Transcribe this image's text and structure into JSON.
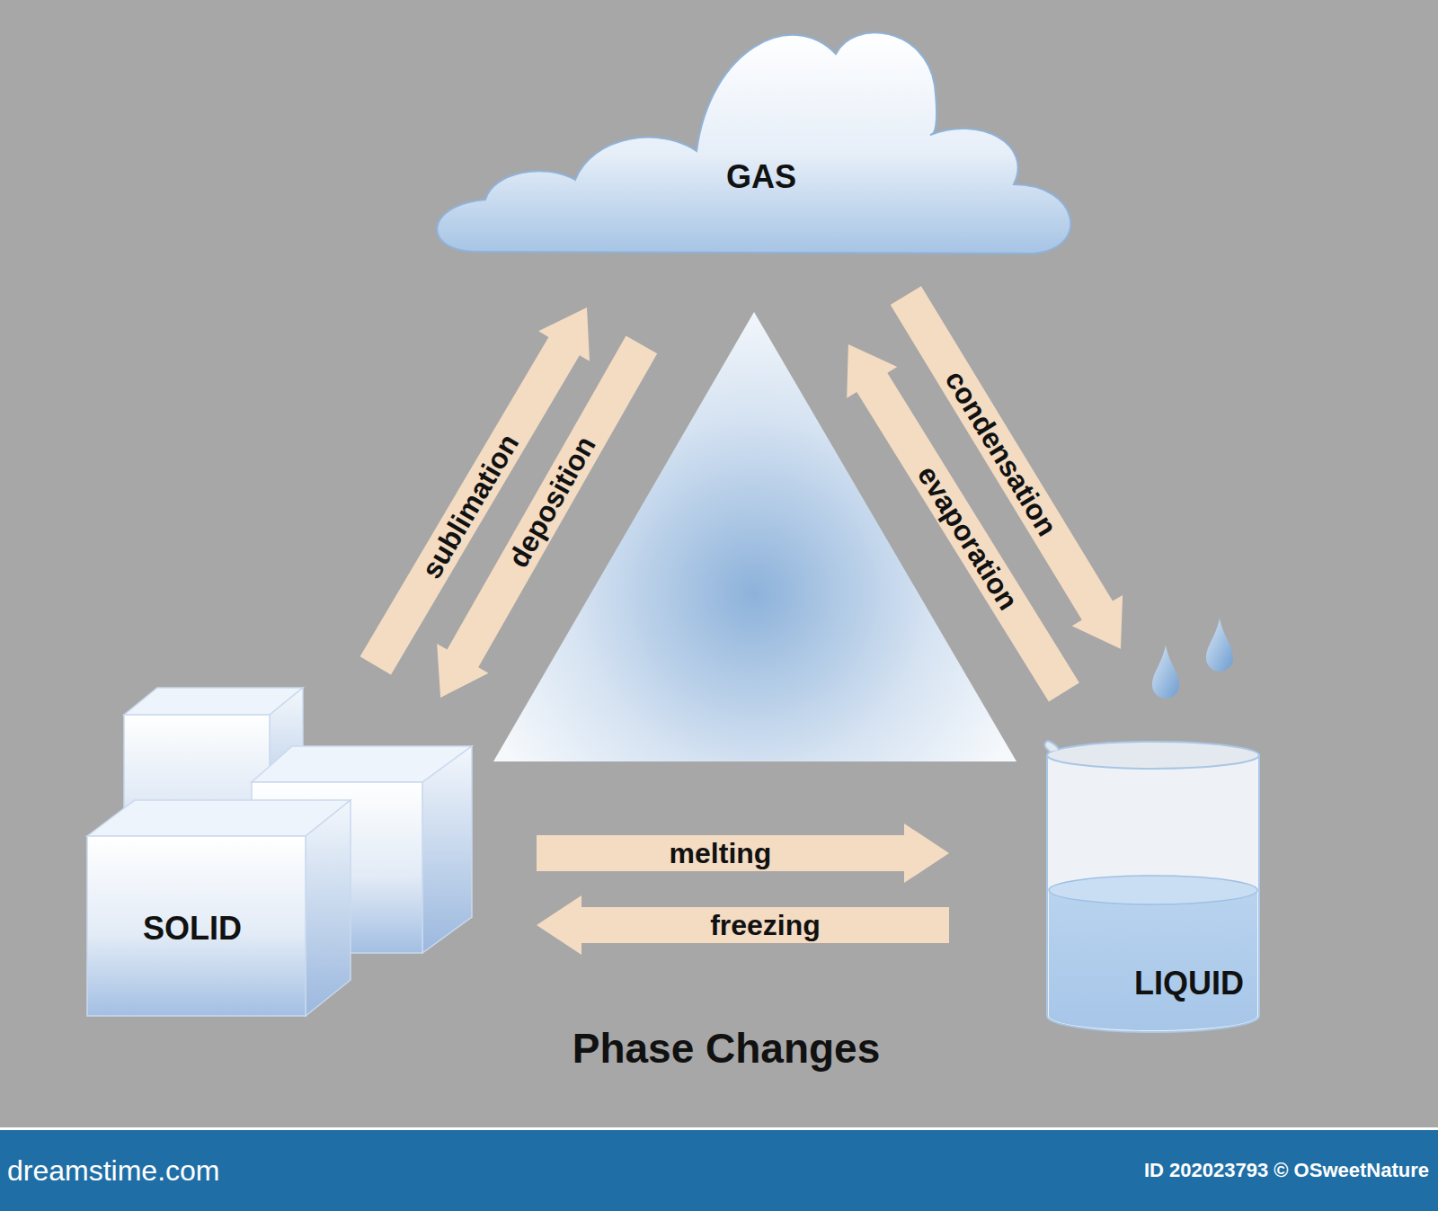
{
  "diagram": {
    "title": "Phase Changes",
    "nodes": [
      {
        "text": [
          "GAS"
        ]
      },
      {
        "text": [
          "SOLID"
        ]
      },
      {
        "text": [
          "LIQUID"
        ]
      }
    ],
    "edges": [
      {
        "from": 1,
        "to": 0,
        "label": "sublimation",
        "arrow": "to"
      },
      {
        "from": 0,
        "to": 1,
        "label": "deposition",
        "arrow": "to"
      },
      {
        "from": 0,
        "to": 2,
        "label": "condensation",
        "arrow": "to"
      },
      {
        "from": 2,
        "to": 0,
        "label": "evaporation",
        "arrow": "to"
      },
      {
        "from": 1,
        "to": 2,
        "label": "melting",
        "arrow": "to"
      },
      {
        "from": 2,
        "to": 1,
        "label": "freezing",
        "arrow": "to"
      }
    ],
    "labels": [
      "dreamstime.com",
      "ID 202023793 © OSweetNature"
    ]
  }
}
